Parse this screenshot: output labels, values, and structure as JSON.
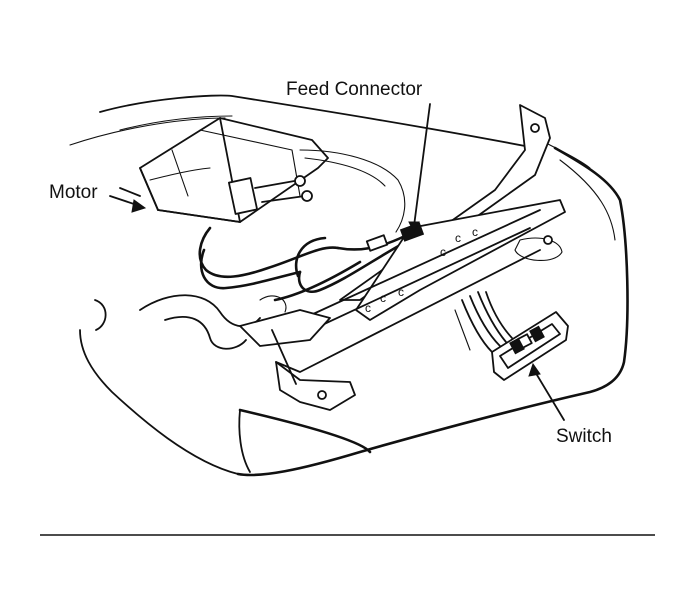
{
  "callouts": {
    "feed_connector": "Feed Connector",
    "motor": "Motor",
    "switch": "Switch"
  },
  "colors": {
    "ink": "#111111",
    "paper": "#ffffff"
  }
}
